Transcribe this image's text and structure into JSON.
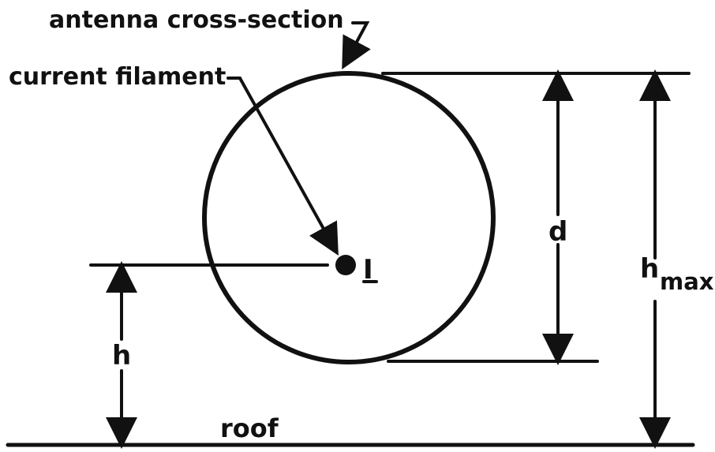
{
  "labels": {
    "antenna": "antenna cross-section",
    "filament": "current filament",
    "current_symbol": "I",
    "d": "d",
    "h": "h",
    "hmax_base": "h",
    "hmax_sub": "max",
    "roof": "roof"
  },
  "colors": {
    "ink": "#111111",
    "background": "#ffffff"
  }
}
